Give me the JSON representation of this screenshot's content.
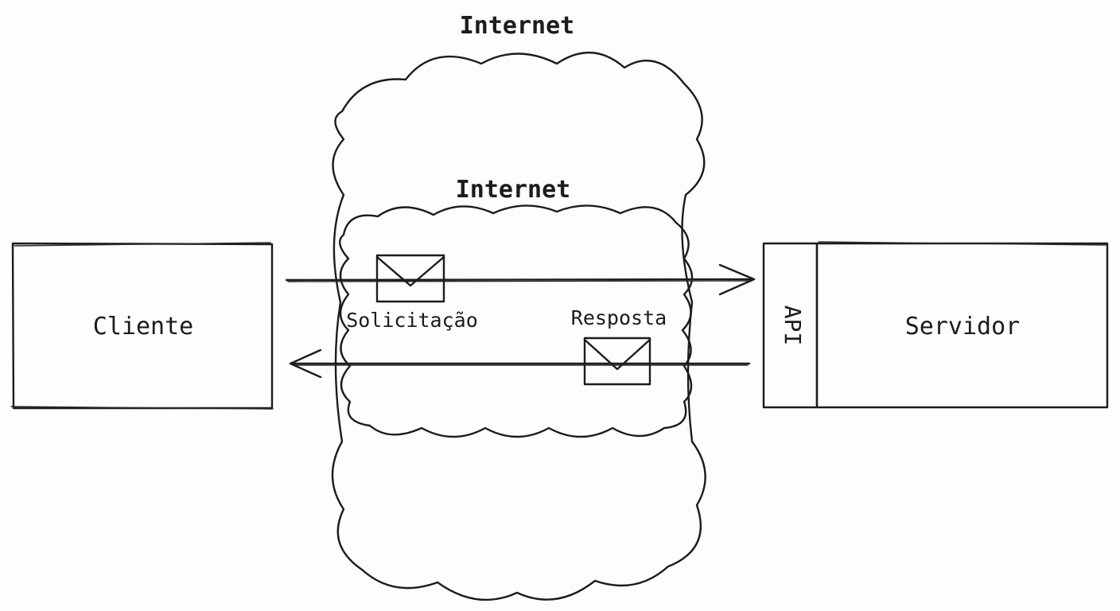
{
  "colors": {
    "background": "#fdfdfd",
    "cloud_fill": "#e3f0fc",
    "api_fill": "#fae28e",
    "stroke": "#1c1c1c",
    "envelope_fill": "#ffffff"
  },
  "diagram": {
    "cloud_title_outer": "Internet",
    "cloud_title_inner": "Internet",
    "client_label": "Cliente",
    "server_label": "Servidor",
    "api_label": "API",
    "request_label": "Solicitação",
    "response_label": "Resposta",
    "icons": {
      "request": "envelope-icon",
      "response": "envelope-icon"
    }
  }
}
